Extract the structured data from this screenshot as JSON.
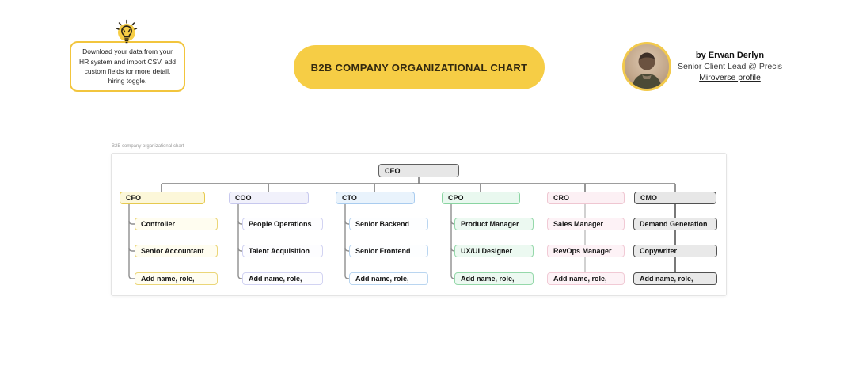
{
  "header": {
    "tip_note": "Download your data from your HR system and import CSV, add custom fields for more detail, hiring toggle.",
    "title": "B2B COMPANY ORGANIZATIONAL CHART",
    "author": {
      "byline": "by Erwan Derlyn",
      "role": "Senior Client Lead @ Precis",
      "link": "Miroverse profile"
    }
  },
  "chart": {
    "caption": "B2B company organizational chart",
    "root": "CEO",
    "columns": [
      {
        "head": "CFO",
        "color": "yellow",
        "connector": "elbow",
        "children": [
          "Controller",
          "Senior Accountant",
          "Add name, role,"
        ]
      },
      {
        "head": "COO",
        "color": "purple",
        "connector": "elbow",
        "children": [
          "People Operations",
          "Talent Acquisition",
          "Add name, role,"
        ]
      },
      {
        "head": "CTO",
        "color": "blue",
        "connector": "elbow",
        "children": [
          "Senior Backend",
          "Senior Frontend",
          "Add name, role,"
        ]
      },
      {
        "head": "CPO",
        "color": "green",
        "connector": "elbow",
        "children": [
          "Product Manager",
          "UX/UI Designer",
          "Add name, role,"
        ]
      },
      {
        "head": "CRO",
        "color": "pink",
        "connector": "straight",
        "children": [
          "Sales Manager",
          "RevOps Manager",
          "Add name, role,"
        ]
      },
      {
        "head": "CMO",
        "color": "gray",
        "connector": "straight",
        "children": [
          "Demand Generation",
          "Copywriter",
          "Add name, role,"
        ]
      }
    ]
  },
  "palette": {
    "accent_yellow": "#F6CD45",
    "yellow_border": "#E6C94E",
    "purple_border": "#C7C8EE",
    "blue_border": "#A9CCEF",
    "green_border": "#89D4A1",
    "pink_border": "#EFC6D1",
    "gray_border": "#515151",
    "ceo_fill": "#E7E7E7"
  }
}
